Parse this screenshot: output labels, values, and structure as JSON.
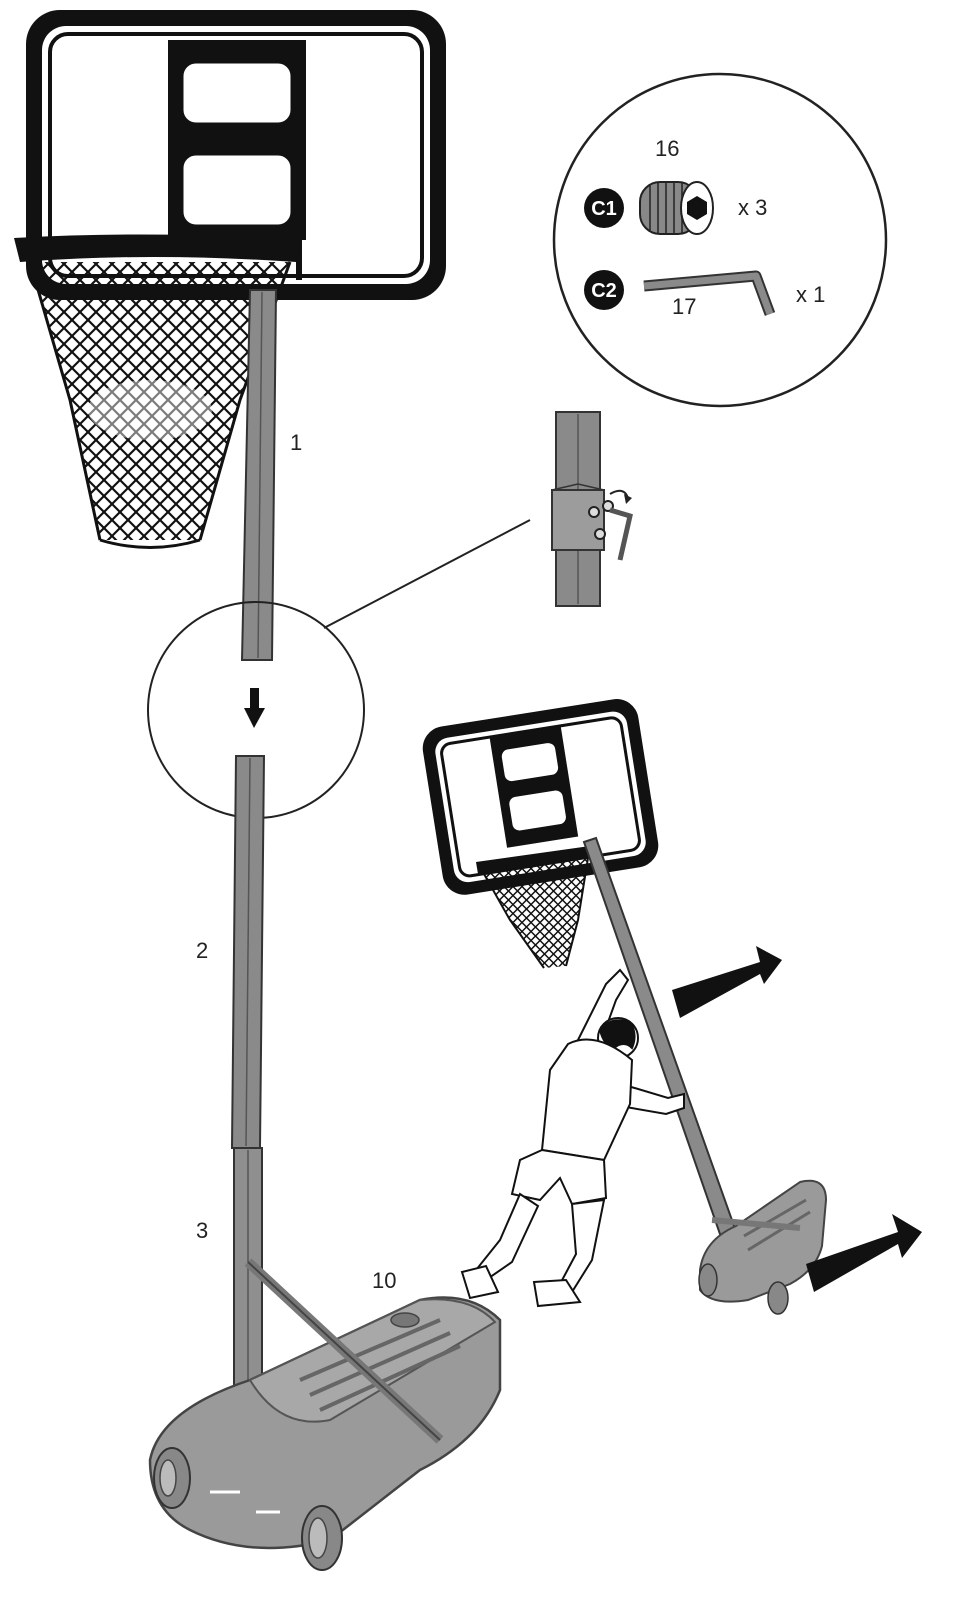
{
  "parts": {
    "backboard_pole_upper": "1",
    "pole_middle": "2",
    "pole_lower": "3",
    "base": "10",
    "bolt": "16",
    "allen_key": "17"
  },
  "callout": {
    "item1": {
      "badge": "C1",
      "qty": "x 3"
    },
    "item2": {
      "badge": "C2",
      "qty": "x 1"
    }
  },
  "colors": {
    "ink": "#111111",
    "pole": "#8a8a8a",
    "base": "#9a9a9a",
    "accent": "#000000"
  }
}
